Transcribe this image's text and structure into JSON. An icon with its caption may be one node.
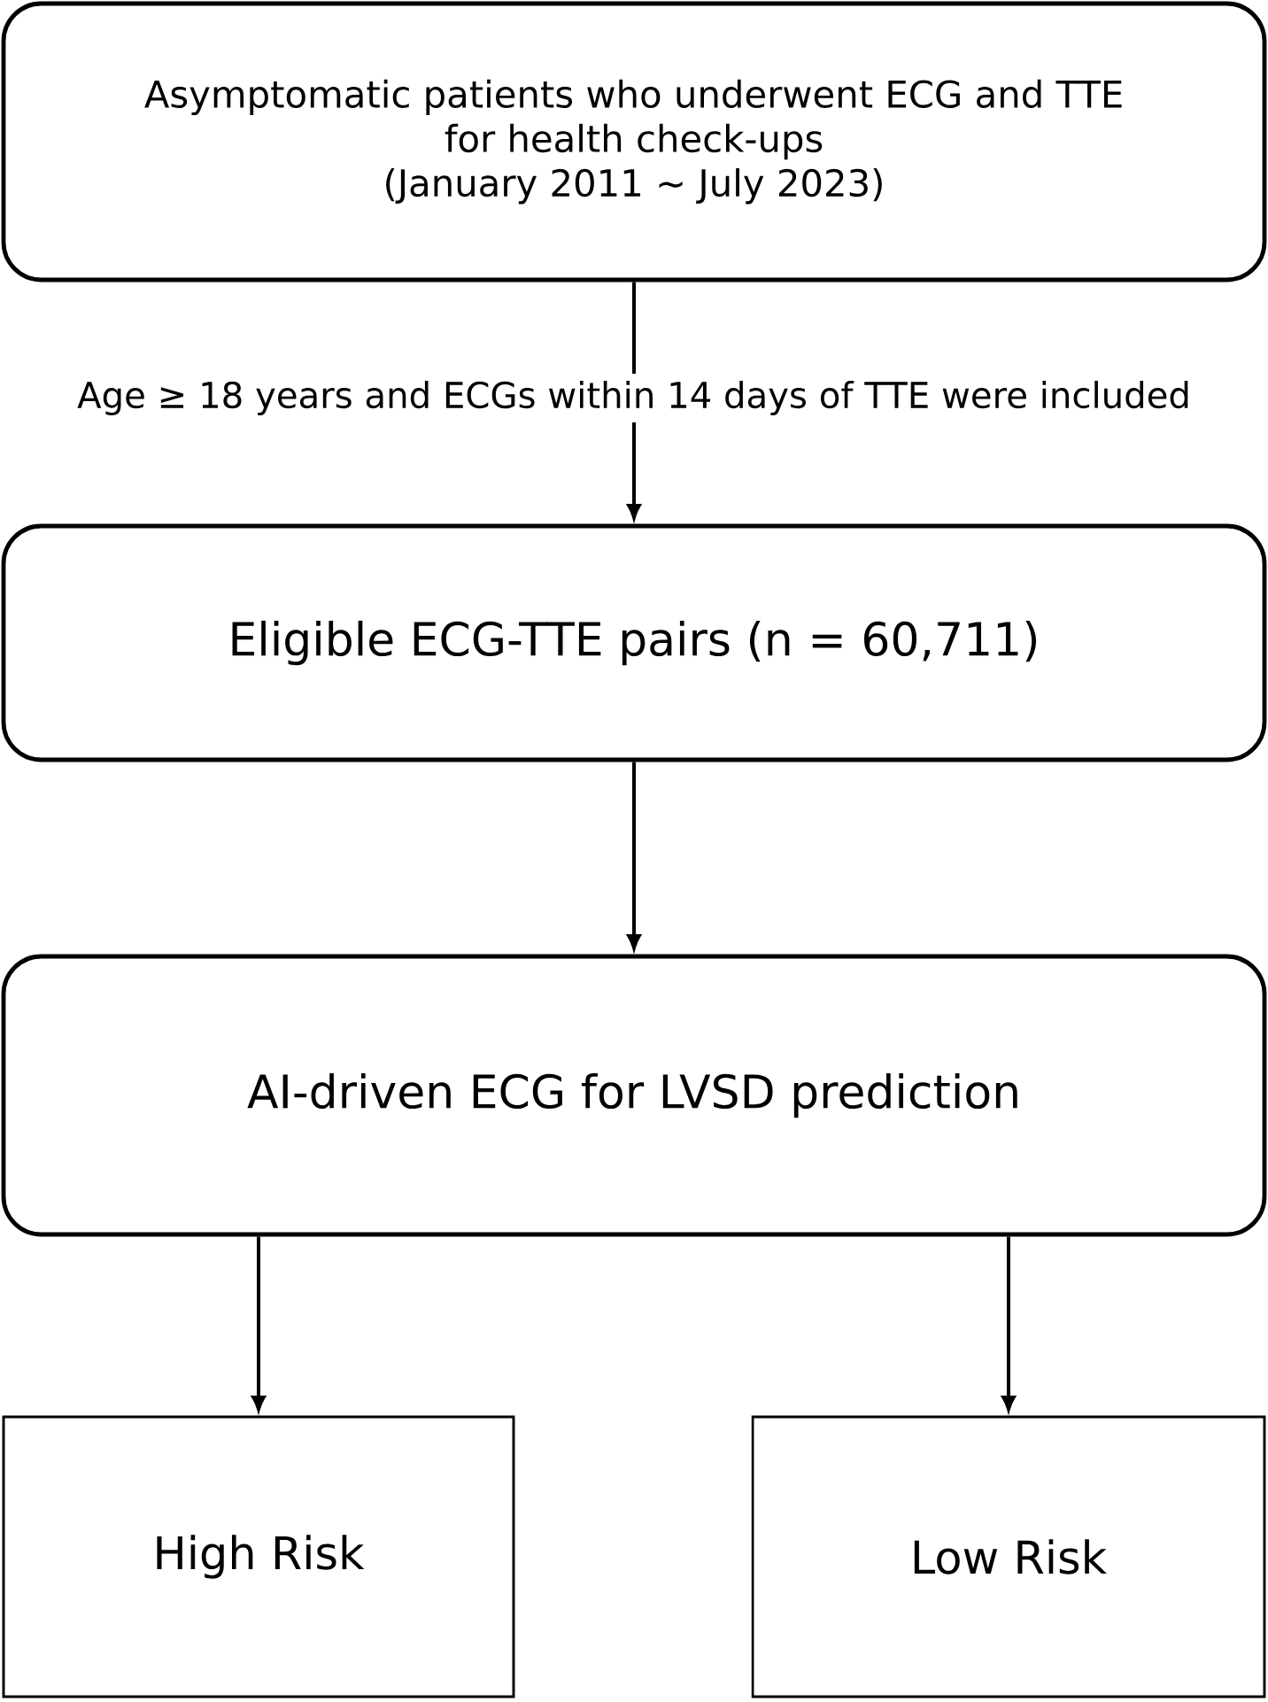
{
  "diagram": {
    "nodes": [
      {
        "text": [
          "Asymptomatic patients who underwent ECG and TTE for health check-ups",
          "(January 2011 ~ July 2023)"
        ]
      },
      {
        "text": [
          "Eligible ECG-TTE pairs (n = 60,711)"
        ]
      },
      {
        "text": [
          "AI-driven ECG for LVSD prediction"
        ]
      },
      {
        "text": [
          "High Risk"
        ]
      },
      {
        "text": [
          "Low Risk"
        ]
      }
    ],
    "edges": [
      {
        "from": 0,
        "to": 1,
        "arrow": "to",
        "label": "Age ≥ 18 years and ECGs within 14 days of TTE were included"
      },
      {
        "from": 1,
        "to": 2,
        "arrow": "to"
      },
      {
        "from": 2,
        "to": 3,
        "arrow": "to"
      },
      {
        "from": 2,
        "to": 4,
        "arrow": "to"
      }
    ]
  }
}
